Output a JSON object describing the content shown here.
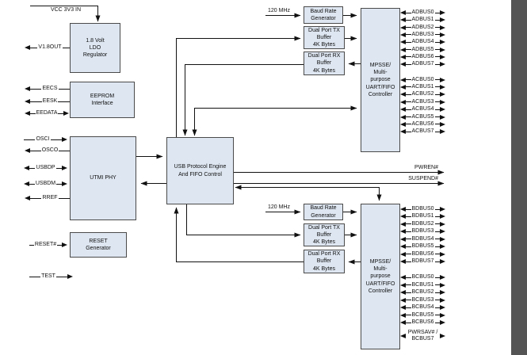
{
  "diagram": {
    "blocks": {
      "ldo": {
        "lines": [
          "1.8 Volt",
          "LDO",
          "Regulator"
        ]
      },
      "eeprom": {
        "lines": [
          "EEPROM",
          "Interface"
        ]
      },
      "utmi": {
        "lines": [
          "UTMI PHY"
        ]
      },
      "reset": {
        "lines": [
          "RESET",
          "Generator"
        ]
      },
      "usb": {
        "lines": [
          "USB Protocol Engine",
          "And FIFO Control"
        ]
      },
      "brg_a": {
        "lines": [
          "Baud Rate",
          "Generator"
        ]
      },
      "tx_a": {
        "lines": [
          "Dual Port TX",
          "Buffer",
          "4K Bytes"
        ]
      },
      "rx_a": {
        "lines": [
          "Dual Port RX",
          "Buffer",
          "4K Bytes"
        ]
      },
      "mpsse_a": {
        "lines": [
          "MPSSE/",
          "Multi-",
          "purpose",
          "UART/FIFO",
          "Controller"
        ]
      },
      "brg_b": {
        "lines": [
          "Baud Rate",
          "Generator"
        ]
      },
      "tx_b": {
        "lines": [
          "Dual Port TX",
          "Buffer",
          "4K Bytes"
        ]
      },
      "rx_b": {
        "lines": [
          "Dual Port RX",
          "Buffer",
          "4K Bytes"
        ]
      },
      "mpsse_b": {
        "lines": [
          "MPSSE/",
          "Multi-",
          "purpose",
          "UART/FIFO",
          "Controller"
        ]
      }
    },
    "left_signals": {
      "vcc": "VCC 3V3 IN",
      "v18out": "V1.8OUT",
      "eecs": "EECS",
      "eesk": "EESK",
      "eedata": "EEDATA",
      "osci": "OSCI",
      "osco": "OSCO",
      "usbdp": "USBDP",
      "usbdm": "USBDM",
      "rref": "RREF",
      "reset": "RESET#",
      "test": "TEST"
    },
    "clock_labels": {
      "top": "120 MHz",
      "bottom": "120 MHz"
    },
    "right_signals": {
      "pwren": "PWREN#",
      "suspend": "SUSPEND#",
      "pwrsav_line1": "PWRSAV# /",
      "pwrsav_line2": "BCBUS7"
    },
    "buses": {
      "adbus": [
        "ADBUS0",
        "ADBUS1",
        "ADBUS2",
        "ADBUS3",
        "ADBUS4",
        "ADBUS5",
        "ADBUS6",
        "ADBUS7"
      ],
      "acbus": [
        "ACBUS0",
        "ACBUS1",
        "ACBUS2",
        "ACBUS3",
        "ACBUS4",
        "ACBUS5",
        "ACBUS6",
        "ACBUS7"
      ],
      "bdbus": [
        "BDBUS0",
        "BDBUS1",
        "BDBUS2",
        "BDBUS3",
        "BDBUS4",
        "BDBUS5",
        "BDBUS6",
        "BDBUS7"
      ],
      "bcbus": [
        "BCBUS0",
        "BCBUS1",
        "BCBUS2",
        "BCBUS3",
        "BCBUS4",
        "BCBUS5",
        "BCBUS6"
      ]
    },
    "colors": {
      "block_fill": "#dde6f1",
      "block_border": "#4a4a4a",
      "wire": "#111111",
      "gutter": "#545454",
      "page": "#ffffff"
    }
  }
}
